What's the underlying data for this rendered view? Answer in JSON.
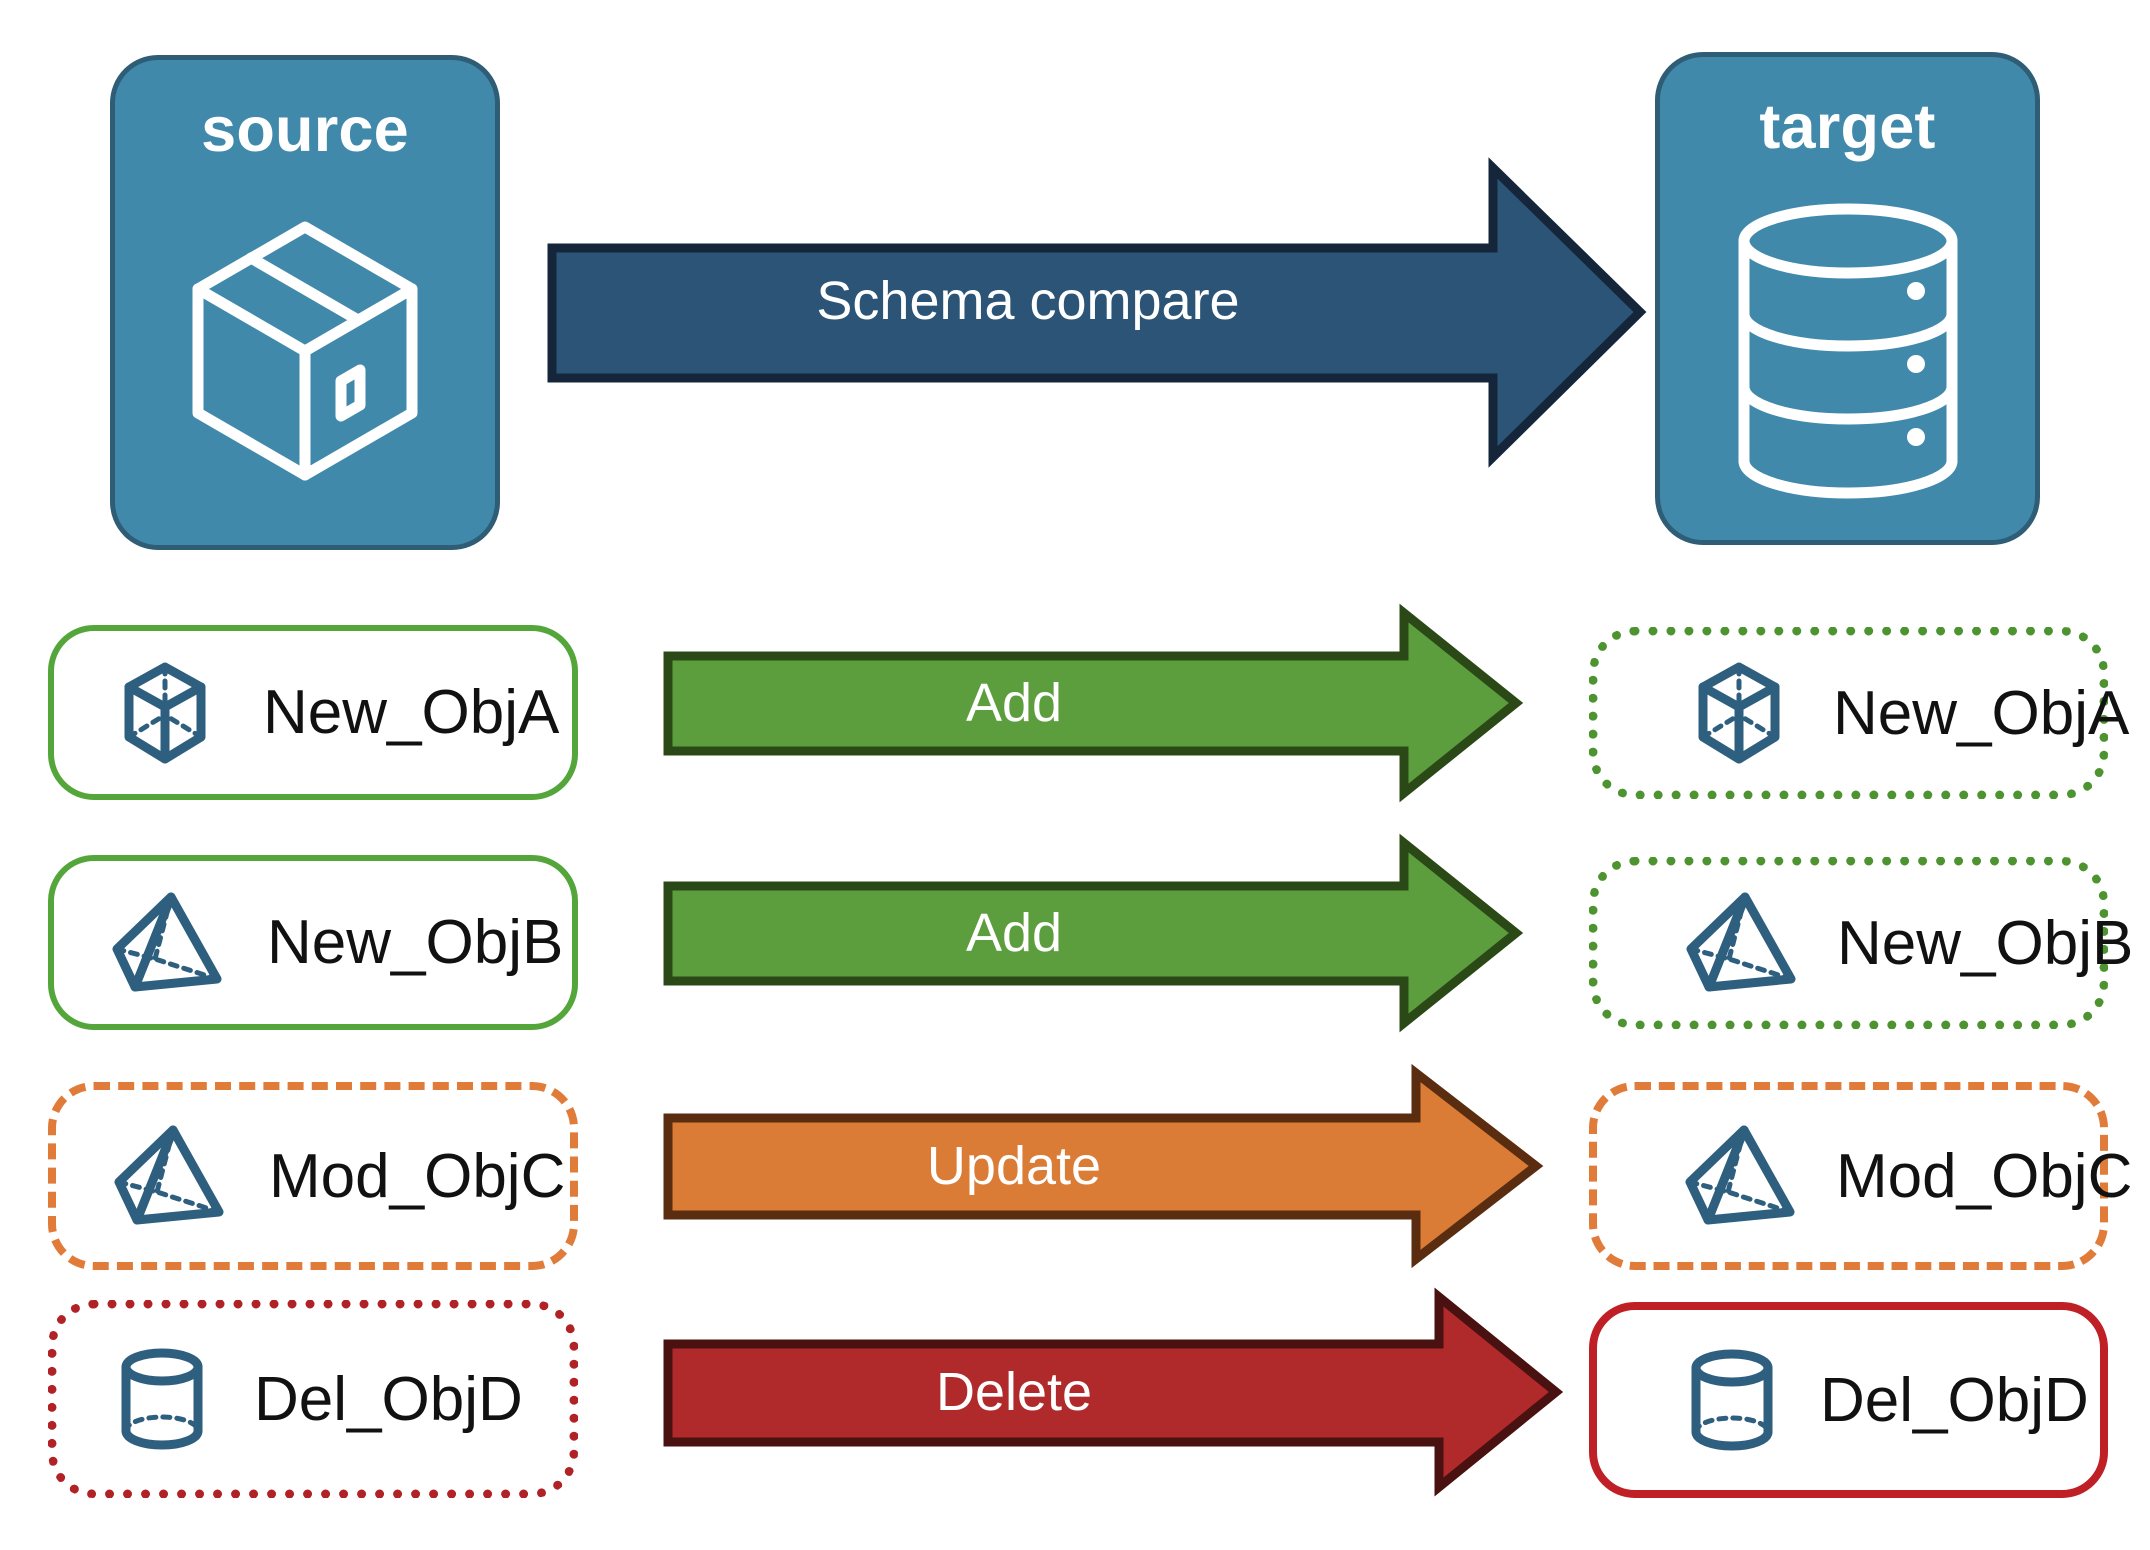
{
  "diagram": {
    "title": "Schema compare",
    "endpoints": [
      {
        "id": "source",
        "label": "source",
        "icon": "package-box-icon",
        "fill": "#4189ab",
        "stroke": "#2f5d75"
      },
      {
        "id": "target",
        "label": "target",
        "icon": "database-cylinder-icon",
        "fill": "#4189ab",
        "stroke": "#2f5d75"
      }
    ],
    "main_arrow": {
      "label": "Schema compare",
      "icon": "right-arrow-icon",
      "fill": "#2b5477",
      "stroke": "#15263b",
      "text_color": "#ffffff"
    },
    "rows": [
      {
        "action": "Add",
        "source": {
          "label": "New_ObjA",
          "icon": "wireframe-cube-icon",
          "border_style": "solid",
          "border_color": "#54a63b"
        },
        "target": {
          "label": "New_ObjA",
          "icon": "wireframe-cube-icon",
          "border_style": "dotted",
          "border_color": "#4d9431"
        },
        "arrow": {
          "fill": "#5c9e3e",
          "stroke": "#2b4916",
          "label": "Add"
        }
      },
      {
        "action": "Add",
        "source": {
          "label": "New_ObjB",
          "icon": "wireframe-pyramid-icon",
          "border_style": "solid",
          "border_color": "#54a63b"
        },
        "target": {
          "label": "New_ObjB",
          "icon": "wireframe-pyramid-icon",
          "border_style": "dotted",
          "border_color": "#4d9431"
        },
        "arrow": {
          "fill": "#5c9e3e",
          "stroke": "#2b4916",
          "label": "Add"
        }
      },
      {
        "action": "Update",
        "source": {
          "label": "Mod_ObjC",
          "icon": "wireframe-pyramid-icon",
          "border_style": "dashed",
          "border_color": "#e07b3a"
        },
        "target": {
          "label": "Mod_ObjC",
          "icon": "wireframe-pyramid-icon",
          "border_style": "dashed",
          "border_color": "#e07b3a"
        },
        "arrow": {
          "fill": "#da7c36",
          "stroke": "#5a2d10",
          "label": "Update"
        }
      },
      {
        "action": "Delete",
        "source": {
          "label": "Del_ObjD",
          "icon": "wireframe-cylinder-icon",
          "border_style": "dotted",
          "border_color": "#b02225"
        },
        "target": {
          "label": "Del_ObjD",
          "icon": "wireframe-cylinder-icon",
          "border_style": "solid",
          "border_color": "#bf2026"
        },
        "arrow": {
          "fill": "#b02a2b",
          "stroke": "#4a1111",
          "label": "Delete"
        }
      }
    ],
    "colors": {
      "icon_blue": "#2e5f7f",
      "card_background": "#ffffff",
      "page_background": "#ffffff",
      "label_text": "#111111"
    }
  }
}
